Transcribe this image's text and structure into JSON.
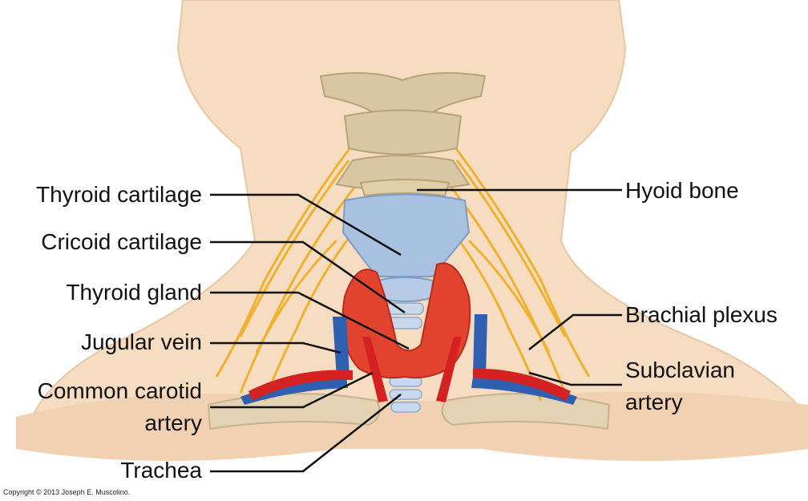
{
  "labels": {
    "thyroid_cartilage": "Thyroid cartilage",
    "cricoid_cartilage": "Cricoid cartilage",
    "thyroid_gland": "Thyroid gland",
    "jugular_vein": "Jugular vein",
    "common_carotid_line1": "Common carotid",
    "common_carotid_line2": "artery",
    "trachea": "Trachea",
    "hyoid_bone": "Hyoid bone",
    "brachial_plexus": "Brachial plexus",
    "subclavian_line1": "Subclavian",
    "subclavian_line2": "artery"
  },
  "copyright": "Copyright © 2013 Joseph E. Muscolino.",
  "colors": {
    "skin": "#f6dcc0",
    "bone": "#d9c6a3",
    "cartilage": "#a9c1e0",
    "thyroid": "#e2432f",
    "artery": "#d42222",
    "vein": "#2f5fb0",
    "nerve": "#f0b12e",
    "leader": "#111111"
  }
}
